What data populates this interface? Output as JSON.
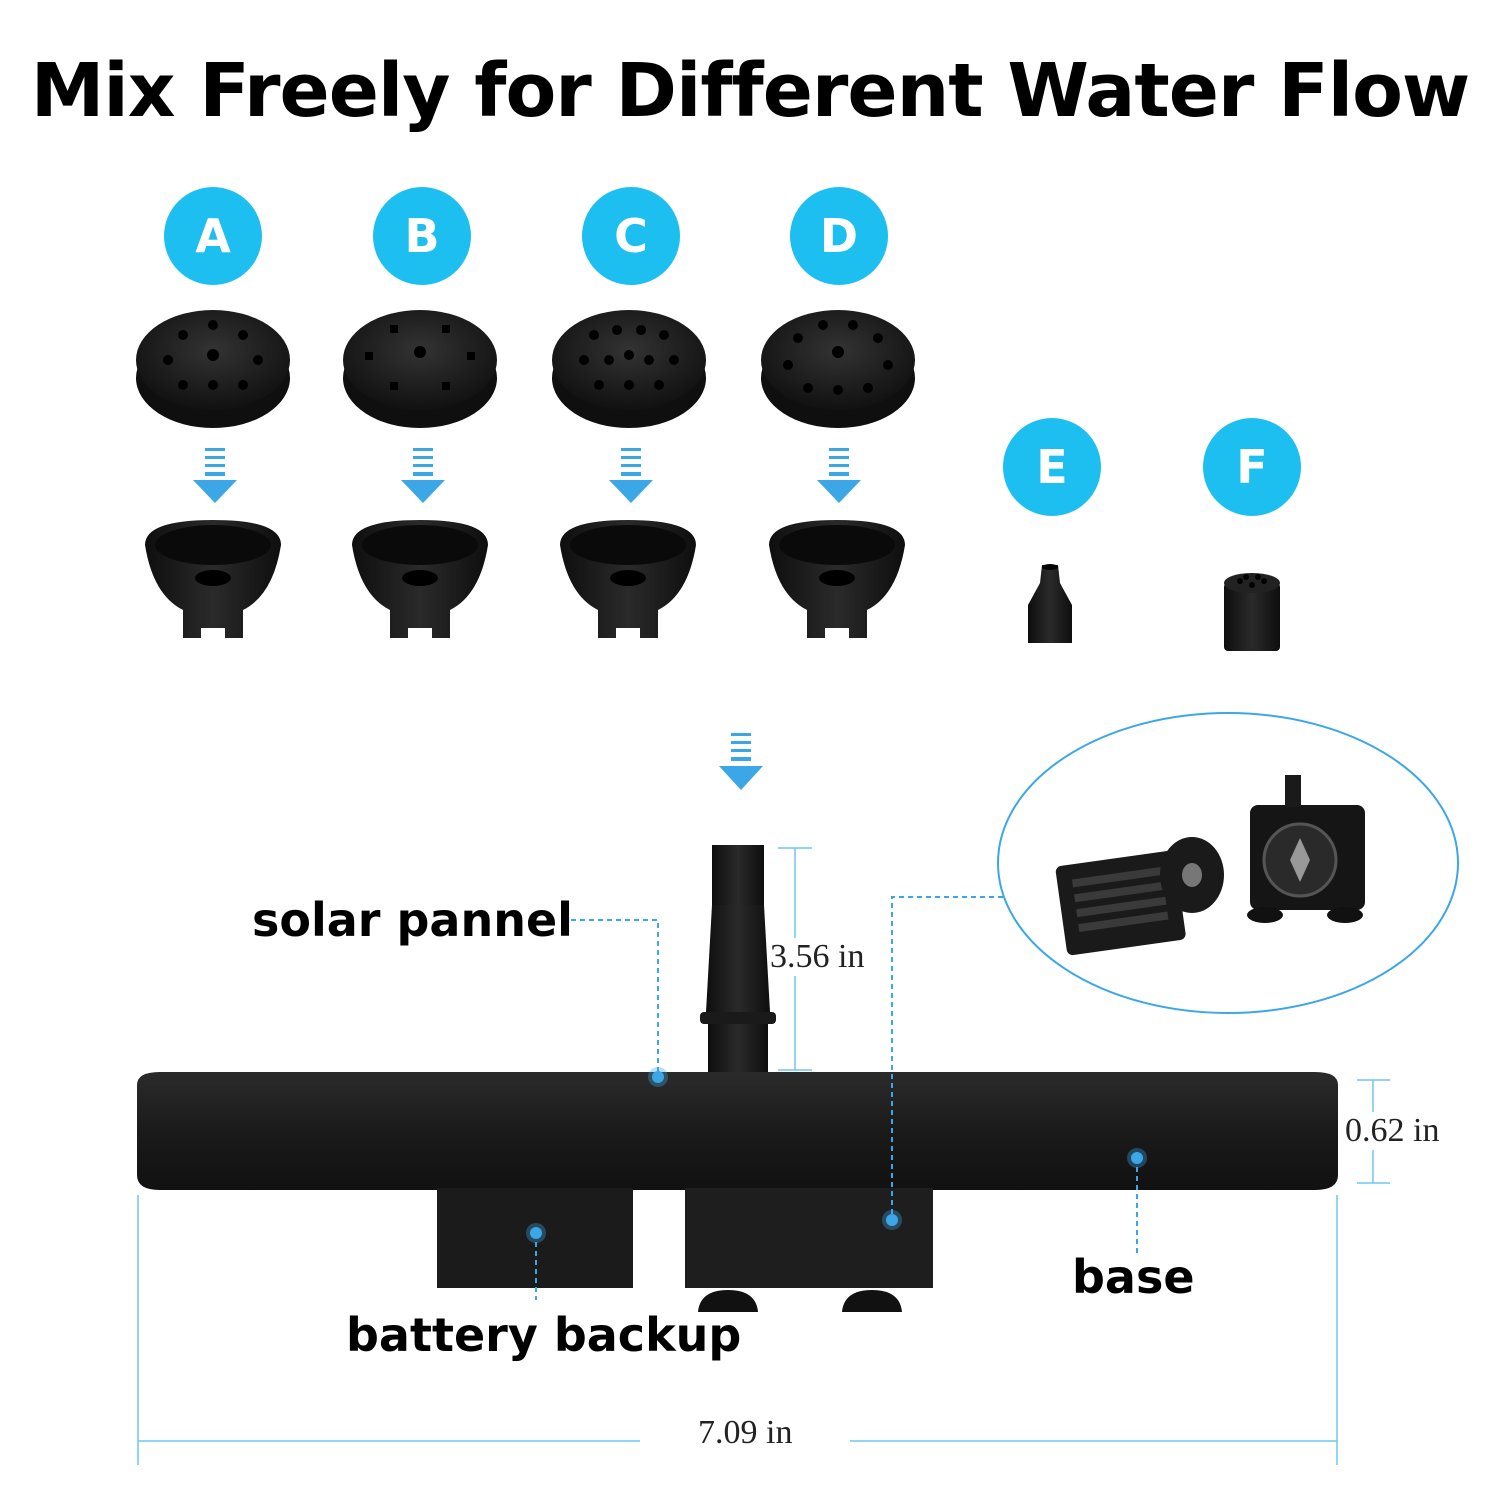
{
  "title": "Mix Freely for Different Water Flow",
  "nozzle_badges": [
    "A",
    "B",
    "C",
    "D",
    "E",
    "F"
  ],
  "callouts": {
    "solar_panel": "solar pannel",
    "battery": "battery backup",
    "base": "base"
  },
  "dimensions": {
    "nozzle_height": "3.56 in",
    "base_thickness": "0.62 in",
    "diameter": "7.09 in"
  },
  "colors": {
    "accent": "#1dbff0",
    "product": "#1b1b1b",
    "leader_line": "#3ba7e6",
    "dimension_line": "#6ec6f0"
  }
}
